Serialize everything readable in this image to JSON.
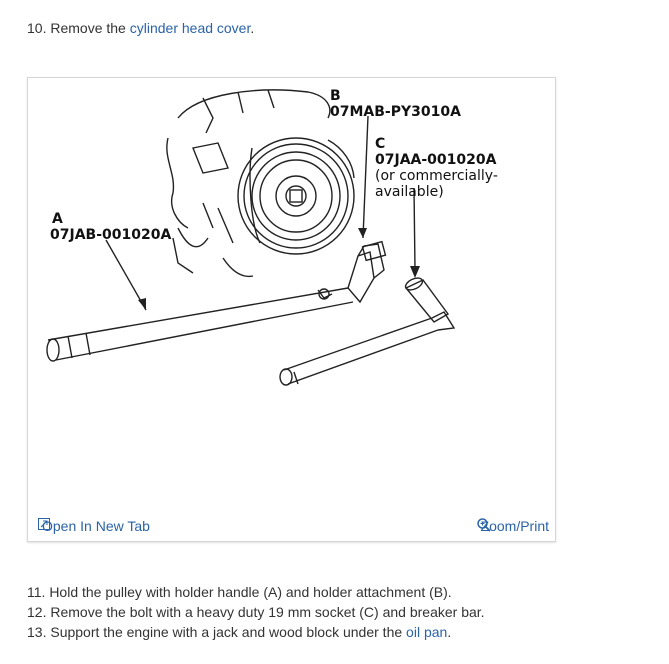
{
  "steps": {
    "s10": {
      "prefix": "10. Remove the ",
      "link": "cylinder head cover",
      "suffix": "."
    },
    "s11": {
      "text": "11. Hold the pulley with holder handle (A) and holder attachment (B)."
    },
    "s12": {
      "text": "12. Remove the bolt with a heavy duty 19 mm socket (C) and breaker bar."
    },
    "s13": {
      "prefix": "13. Support the engine with a jack and wood block under the ",
      "link": "oil pan",
      "suffix": "."
    }
  },
  "figure": {
    "label_a_letter": "A",
    "label_a_code": "07JAB-001020A",
    "label_b_letter": "B",
    "label_b_code": "07MAB-PY3010A",
    "label_c_letter": "C",
    "label_c_code": "07JAA-001020A",
    "label_c_note1": "(or commercially-",
    "label_c_note2": "available)"
  },
  "toolbar": {
    "open_tab": "Open In New Tab",
    "zoom_print": "Zoom/Print"
  },
  "icons": {
    "open_tab": "open-external-icon",
    "zoom": "magnifier-icon"
  },
  "colors": {
    "link": "#2a63a8",
    "text": "#333333",
    "border": "#d6d6d6"
  }
}
